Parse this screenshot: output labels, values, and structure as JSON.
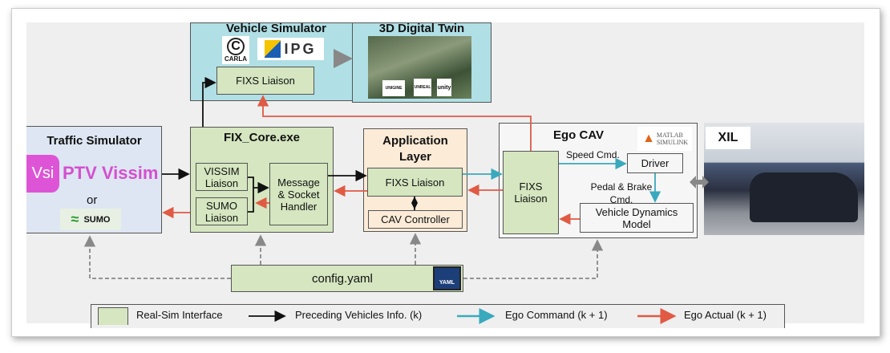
{
  "vehicle_simulator": {
    "title": "Vehicle Simulator",
    "logos": [
      "CARLA",
      "IPG"
    ],
    "liaison": "FIXS Liaison"
  },
  "digital_twin": {
    "title": "3D Digital Twin",
    "logos": [
      "UNIGINE",
      "UNREAL",
      "unity"
    ]
  },
  "traffic_simulator": {
    "title": "Traffic Simulator",
    "vissim_badge": "Vsi",
    "vissim": "PTV Vissim",
    "or": "or",
    "sumo": "SUMO"
  },
  "fix_core": {
    "title": "FIX_Core.exe",
    "vissim_liaison": "VISSIM Liaison",
    "sumo_liaison": "SUMO Liaison",
    "handler": "Message & Socket Handler"
  },
  "application_layer": {
    "title": "Application Layer",
    "liaison": "FIXS Liaison",
    "controller": "CAV Controller"
  },
  "ego_cav": {
    "title": "Ego CAV",
    "logo": "MATLAB SIMULINK",
    "liaison": "FIXS Liaison",
    "speed_cmd": "Speed Cmd.",
    "driver": "Driver",
    "pedal_cmd": "Pedal & Brake Cmd.",
    "vdm": "Vehicle Dynamics Model"
  },
  "xil": {
    "title": "XIL"
  },
  "config": {
    "label": "config.yaml",
    "icon_label": "YAML"
  },
  "legend": {
    "interface": "Real-Sim Interface",
    "preceding": "Preceding Vehicles Info. (k)",
    "command": "Ego Command (k + 1)",
    "actual": "Ego Actual (k + 1)"
  },
  "colors": {
    "interface_green": "#d5e6c0",
    "command_teal": "#3aa9bd",
    "actual_red": "#e05a44",
    "info_black": "#111111"
  }
}
